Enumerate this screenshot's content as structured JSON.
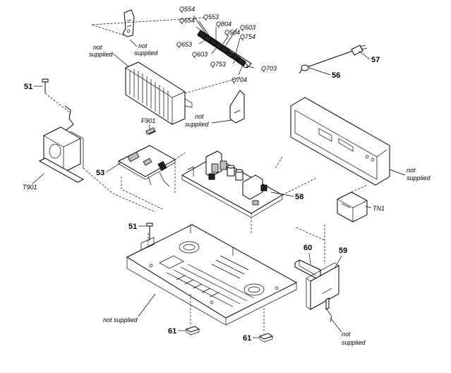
{
  "labels": {
    "q554": "Q554",
    "q553": "Q553",
    "q654": "Q654",
    "q804": "Q804",
    "q503": "Q503",
    "q504": "Q504",
    "q754": "Q754",
    "q653": "Q653",
    "q603": "Q603",
    "q753": "Q753",
    "q703": "Q703",
    "q704": "Q704",
    "not_supplied_1a": "not",
    "not_supplied_1b": "supplied",
    "not_supplied_2a": "not",
    "not_supplied_2b": "supplied",
    "not_supplied_3a": "not",
    "not_supplied_3b": "supplied",
    "not_supplied_4a": "not",
    "not_supplied_4b": "supplied",
    "not_supplied_5": "not supplied",
    "not_supplied_6a": "not",
    "not_supplied_6b": "supplied",
    "f901": "F901",
    "t901": "T901",
    "tn1": "TN1",
    "p51a": "51",
    "p51b": "51",
    "p53": "53",
    "p56": "56",
    "p57": "57",
    "p58": "58",
    "p59": "59",
    "p60": "60",
    "p61a": "61",
    "p61b": "61"
  }
}
